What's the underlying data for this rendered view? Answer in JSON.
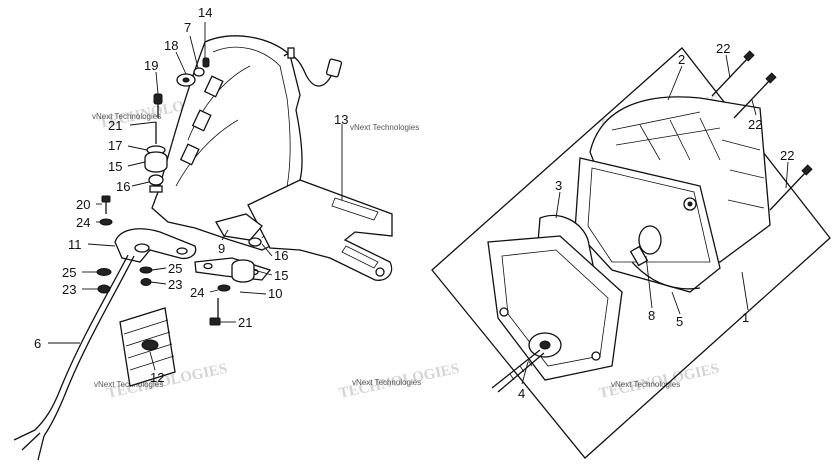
{
  "watermark_text": "vNext Technologies",
  "part_labels": [
    {
      "id": "p14",
      "text": "14"
    },
    {
      "id": "p7",
      "text": "7"
    },
    {
      "id": "p18",
      "text": "18"
    },
    {
      "id": "p19",
      "text": "19"
    },
    {
      "id": "p21a",
      "text": "21"
    },
    {
      "id": "p17",
      "text": "17"
    },
    {
      "id": "p15a",
      "text": "15"
    },
    {
      "id": "p16a",
      "text": "16"
    },
    {
      "id": "p20",
      "text": "20"
    },
    {
      "id": "p24a",
      "text": "24"
    },
    {
      "id": "p11",
      "text": "11"
    },
    {
      "id": "p25a",
      "text": "25"
    },
    {
      "id": "p23a",
      "text": "23"
    },
    {
      "id": "p6",
      "text": "6"
    },
    {
      "id": "p12",
      "text": "12"
    },
    {
      "id": "p13",
      "text": "13"
    },
    {
      "id": "p9",
      "text": "9"
    },
    {
      "id": "p16b",
      "text": "16"
    },
    {
      "id": "p25b",
      "text": "25"
    },
    {
      "id": "p23b",
      "text": "23"
    },
    {
      "id": "p15b",
      "text": "15"
    },
    {
      "id": "p24b",
      "text": "24"
    },
    {
      "id": "p10",
      "text": "10"
    },
    {
      "id": "p21b",
      "text": "21"
    },
    {
      "id": "p2",
      "text": "2"
    },
    {
      "id": "p22a",
      "text": "22"
    },
    {
      "id": "p22b",
      "text": "22"
    },
    {
      "id": "p22c",
      "text": "22"
    },
    {
      "id": "p3",
      "text": "3"
    },
    {
      "id": "p8",
      "text": "8"
    },
    {
      "id": "p5",
      "text": "5"
    },
    {
      "id": "p1",
      "text": "1"
    },
    {
      "id": "p4",
      "text": "4"
    }
  ]
}
